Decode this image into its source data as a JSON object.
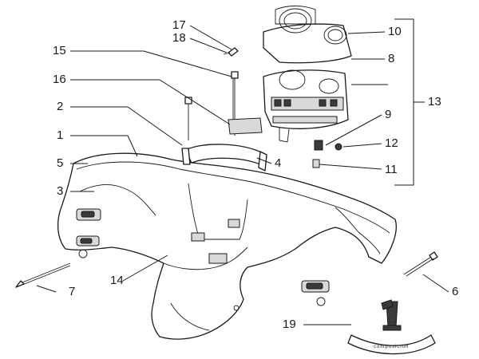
{
  "diagram": {
    "callouts": [
      {
        "id": "1",
        "text": "1"
      },
      {
        "id": "2",
        "text": "2"
      },
      {
        "id": "3",
        "text": "3"
      },
      {
        "id": "4",
        "text": "4"
      },
      {
        "id": "5",
        "text": "5"
      },
      {
        "id": "6",
        "text": "6"
      },
      {
        "id": "7",
        "text": "7"
      },
      {
        "id": "8",
        "text": "8"
      },
      {
        "id": "9",
        "text": "9"
      },
      {
        "id": "10",
        "text": "10"
      },
      {
        "id": "11",
        "text": "11"
      },
      {
        "id": "12",
        "text": "12"
      },
      {
        "id": "13",
        "text": "13"
      },
      {
        "id": "14",
        "text": "14"
      },
      {
        "id": "15",
        "text": "15"
      },
      {
        "id": "16",
        "text": "16"
      },
      {
        "id": "17",
        "text": "17"
      },
      {
        "id": "18",
        "text": "18"
      },
      {
        "id": "19",
        "text": "19"
      }
    ],
    "badge_text": "composicion",
    "badge_numeral": "1",
    "colors": {
      "line": "#1a1a1a",
      "shade": "#d9d9d9",
      "dark": "#3a3a3a"
    }
  }
}
